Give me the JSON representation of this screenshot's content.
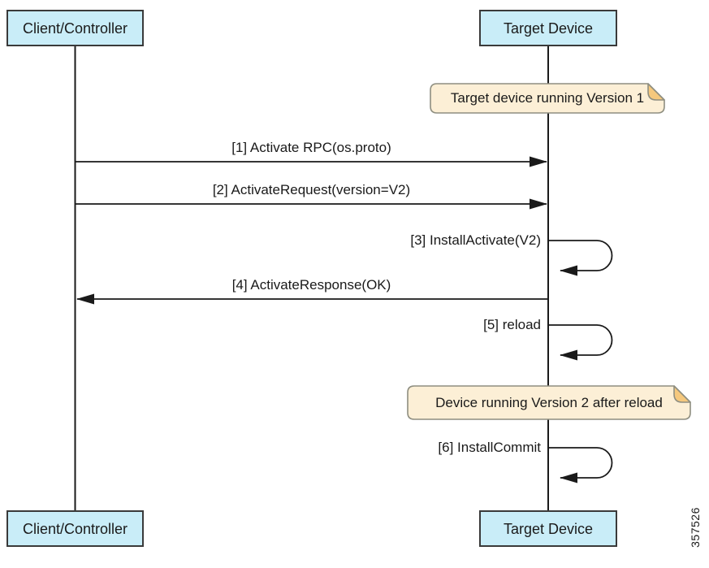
{
  "diagram": {
    "type": "sequence-diagram",
    "actors": [
      {
        "id": "client",
        "label": "Client/Controller"
      },
      {
        "id": "target",
        "label": "Target Device"
      }
    ],
    "notes": [
      {
        "attached_to": "target",
        "text": "Target device running Version 1"
      },
      {
        "attached_to": "target",
        "text": "Device running Version 2 after reload"
      }
    ],
    "messages": [
      {
        "seq": 1,
        "label": "[1] Activate RPC(os.proto)",
        "from": "client",
        "to": "target",
        "kind": "arrow"
      },
      {
        "seq": 2,
        "label": "[2] ActivateRequest(version=V2)",
        "from": "client",
        "to": "target",
        "kind": "arrow"
      },
      {
        "seq": 3,
        "label": "[3] InstallActivate(V2)",
        "from": "target",
        "to": "target",
        "kind": "self-loop"
      },
      {
        "seq": 4,
        "label": "[4] ActivateResponse(OK)",
        "from": "target",
        "to": "client",
        "kind": "arrow"
      },
      {
        "seq": 5,
        "label": "[5] reload",
        "from": "target",
        "to": "target",
        "kind": "self-loop"
      },
      {
        "seq": 6,
        "label": "[6] InstallCommit",
        "from": "target",
        "to": "target",
        "kind": "self-loop"
      }
    ],
    "figure_id": "357526",
    "colors": {
      "actor_fill": "#c9edf8",
      "actor_border": "#3a3a3a",
      "note_fill": "#fcefd6",
      "note_fold": "#f5c87d",
      "note_border": "#8e8e80",
      "line": "#1a1a1a",
      "background": "#ffffff"
    }
  }
}
